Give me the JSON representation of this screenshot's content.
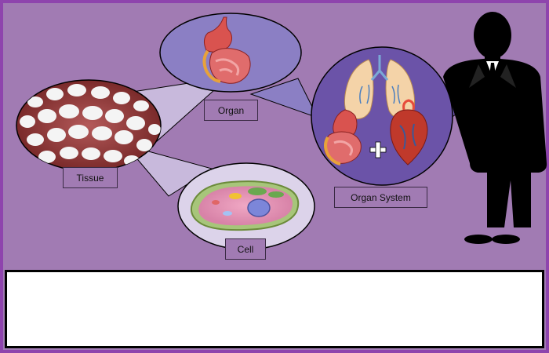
{
  "labels": {
    "organ": "Organ",
    "tissue": "Tissue",
    "cell": "Cell",
    "organ_system": "Organ System"
  },
  "caption": "",
  "colors": {
    "background": "#a17bb3",
    "frame": "#8e44ad",
    "bubble_fill": "#dcd3ea",
    "organ_bubble": "#8b7fc4",
    "system_bubble": "#6b53a8",
    "callout": "#c8b9dc",
    "silhouette": "#000000"
  },
  "icons": [
    "stomach-intestine-icon",
    "tissue-cells-icon",
    "plant-cell-icon",
    "lungs-icon",
    "heart-icon",
    "plus-icon",
    "human-silhouette-icon"
  ]
}
